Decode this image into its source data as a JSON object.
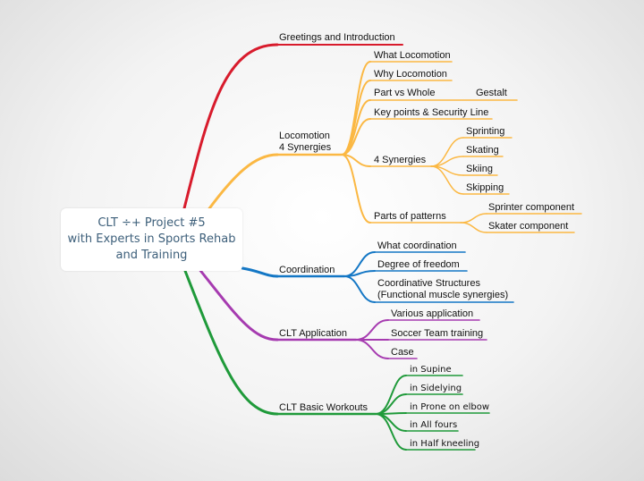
{
  "root": {
    "line1": "CLT ÷+ Project #5",
    "line2": "with Experts in Sports Rehab",
    "line3": "and Training"
  },
  "colors": {
    "greetings": "#d81b2c",
    "locomotion": "#fbb843",
    "coordination": "#1477c5",
    "application": "#a63bb0",
    "workouts": "#1f9a3a"
  },
  "branches": {
    "greetings": {
      "label": "Greetings and Introduction"
    },
    "locomotion": {
      "label_line1": "Locomotion",
      "label_line2": "4 Synergies",
      "children": {
        "what": "What Locomotion",
        "why": "Why Locomotion",
        "part_whole": "Part vs Whole",
        "gestalt": "Gestalt",
        "key_points": "Key points & Security Line",
        "synergies": {
          "label": "4 Synergies",
          "items": [
            "Sprinting",
            "Skating",
            "Skiing",
            "Skipping"
          ]
        },
        "patterns": {
          "label": "Parts of patterns",
          "items": [
            "Sprinter component",
            "Skater component"
          ]
        }
      }
    },
    "coordination": {
      "label": "Coordination",
      "children": {
        "what": "What coordination",
        "dof": "Degree of freedom",
        "structures_line1": "Coordinative Structures",
        "structures_line2": "(Functional muscle synergies)"
      }
    },
    "application": {
      "label": "CLT Application",
      "children": [
        "Various application",
        "Soccer Team training",
        "Case"
      ]
    },
    "workouts": {
      "label": "CLT Basic Workouts",
      "children": [
        "in Supine",
        "in Sidelying",
        "in Prone on elbow",
        "in All fours",
        "in Half kneeling"
      ]
    }
  }
}
